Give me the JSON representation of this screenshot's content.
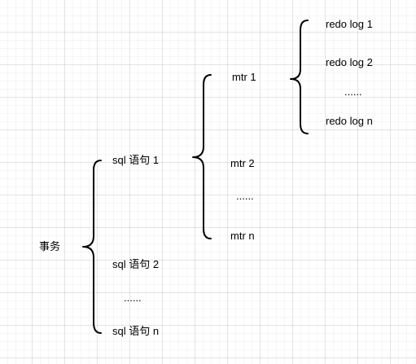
{
  "transaction": {
    "label": "事务",
    "statements": [
      "sql 语句 1",
      "sql 语句 2",
      "......",
      "sql 语句 n"
    ]
  },
  "mtr": {
    "items": [
      "mtr 1",
      "mtr 2",
      "......",
      "mtr n"
    ]
  },
  "redo": {
    "items": [
      "redo log 1",
      "redo log 2",
      "......",
      "redo log n"
    ]
  },
  "colors": {
    "stroke": "#000000",
    "text": "#000000",
    "grid": "#e6e6e6",
    "background": "#ffffff"
  }
}
